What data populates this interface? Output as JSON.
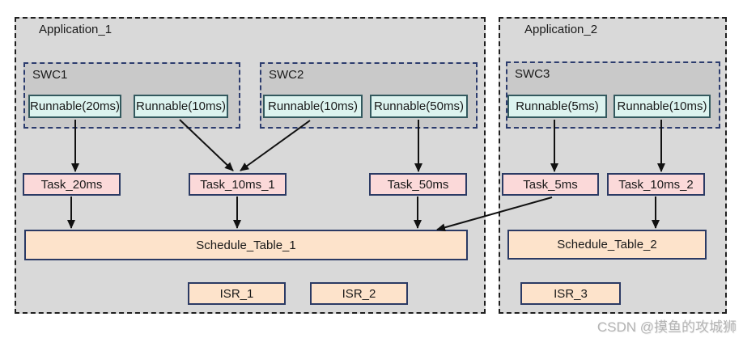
{
  "watermark": "CSDN @摸鱼的攻城狮",
  "colors": {
    "application_fill": "#d9d9d9",
    "swc_fill": "#c9c9c9",
    "runnable_fill": "#dcf3ef",
    "task_fill": "#fbd9d9",
    "schedule_table_fill": "#fde3cb",
    "isr_fill": "#fde3cb",
    "box_border": "#2b3a64",
    "arrow": "#111111"
  },
  "applications": [
    {
      "label": "Application_1"
    },
    {
      "label": "Application_2"
    }
  ],
  "swcs": [
    {
      "label": "SWC1"
    },
    {
      "label": "SWC2"
    },
    {
      "label": "SWC3"
    }
  ],
  "runnables": [
    {
      "label": "Runnable(20ms)",
      "swc": "SWC1"
    },
    {
      "label": "Runnable(10ms)",
      "swc": "SWC1"
    },
    {
      "label": "Runnable(10ms)",
      "swc": "SWC2"
    },
    {
      "label": "Runnable(50ms)",
      "swc": "SWC2"
    },
    {
      "label": "Runnable(5ms)",
      "swc": "SWC3"
    },
    {
      "label": "Runnable(10ms)",
      "swc": "SWC3"
    }
  ],
  "tasks": [
    {
      "label": "Task_20ms"
    },
    {
      "label": "Task_10ms_1"
    },
    {
      "label": "Task_50ms"
    },
    {
      "label": "Task_5ms"
    },
    {
      "label": "Task_10ms_2"
    }
  ],
  "schedule_tables": [
    {
      "label": "Schedule_Table_1"
    },
    {
      "label": "Schedule_Table_2"
    }
  ],
  "isrs": [
    {
      "label": "ISR_1"
    },
    {
      "label": "ISR_2"
    },
    {
      "label": "ISR_3"
    }
  ],
  "edges": [
    {
      "from": "SWC1.Runnable(20ms)",
      "to": "Task_20ms"
    },
    {
      "from": "SWC1.Runnable(10ms)",
      "to": "Task_10ms_1"
    },
    {
      "from": "SWC2.Runnable(10ms)",
      "to": "Task_10ms_1"
    },
    {
      "from": "SWC2.Runnable(50ms)",
      "to": "Task_50ms"
    },
    {
      "from": "SWC3.Runnable(5ms)",
      "to": "Task_5ms"
    },
    {
      "from": "SWC3.Runnable(10ms)",
      "to": "Task_10ms_2"
    },
    {
      "from": "Task_20ms",
      "to": "Schedule_Table_1"
    },
    {
      "from": "Task_10ms_1",
      "to": "Schedule_Table_1"
    },
    {
      "from": "Task_50ms",
      "to": "Schedule_Table_1"
    },
    {
      "from": "Task_5ms",
      "to": "Schedule_Table_1"
    },
    {
      "from": "Task_10ms_2",
      "to": "Schedule_Table_2"
    }
  ]
}
